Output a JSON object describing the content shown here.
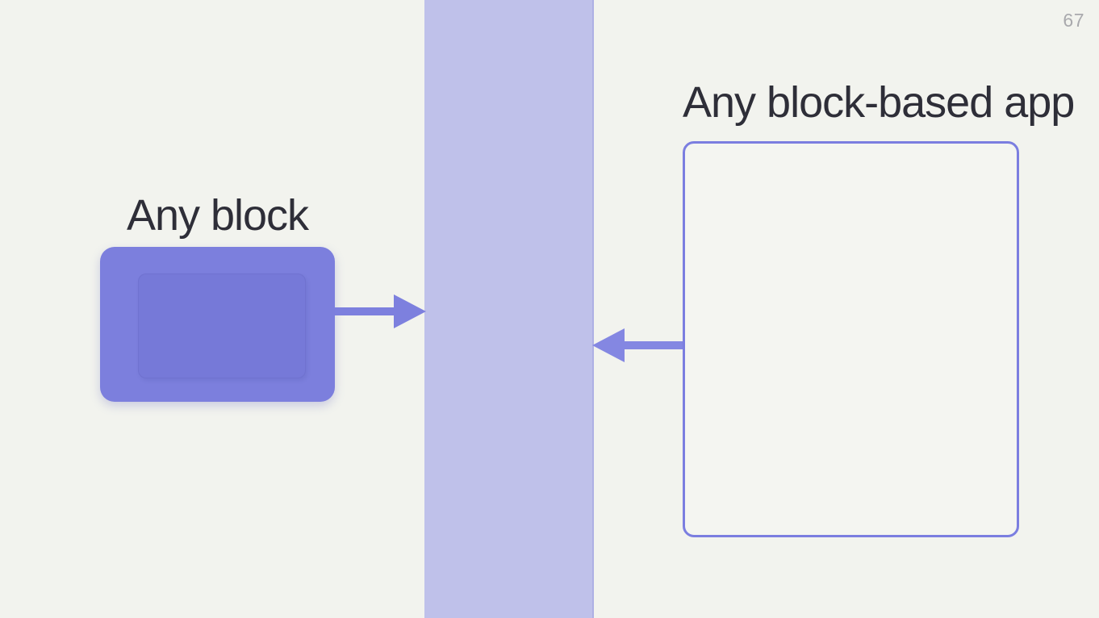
{
  "slide": {
    "page_number": "67",
    "left": {
      "title": "Any block"
    },
    "right": {
      "title": "Any block-based app"
    }
  },
  "icons": {
    "arrow_right": "arrow pointing right from any-block shape into the central band",
    "arrow_left": "arrow pointing left from app outline into the central band"
  },
  "colors": {
    "background": "#f2f3ee",
    "band": "#bfc1ea",
    "band_edge": "#aeb0e4",
    "block_fill": "#7c7fdd",
    "block_inner_fill": "#7679d8",
    "arrow": "#7d80de",
    "arrow_light": "#8487e2",
    "outline_border": "#7b7ee0",
    "outline_fill": "#f4f5f1",
    "title_text": "#2e2e38",
    "page_number": "#a9a9ad"
  }
}
